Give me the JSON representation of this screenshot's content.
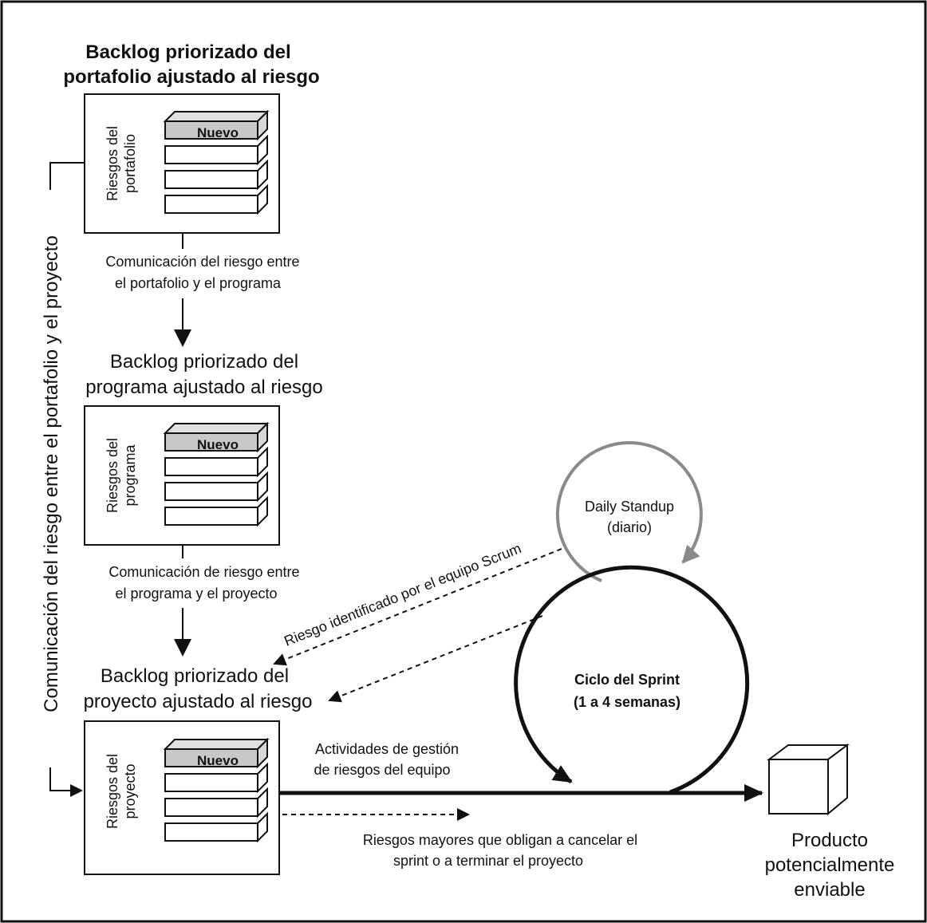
{
  "portfolio": {
    "title_line1": "Backlog priorizado del",
    "title_line2": "portafolio ajustado al riesgo",
    "label_line1": "Riesgos del",
    "label_line2": "portafolio",
    "new_item": "Nuevo"
  },
  "comm1": {
    "line1": "Comunicación del riesgo entre",
    "line2": "el portafolio y el programa"
  },
  "program": {
    "title_line1": "Backlog priorizado del",
    "title_line2": "programa ajustado al riesgo",
    "label_line1": "Riesgos del",
    "label_line2": "programa",
    "new_item": "Nuevo"
  },
  "comm2": {
    "line1": "Comunicación de riesgo entre",
    "line2": "el programa y el proyecto"
  },
  "project": {
    "title_line1": "Backlog priorizado del",
    "title_line2": "proyecto ajustado al riesgo",
    "label_line1": "Riesgos del",
    "label_line2": "proyecto",
    "new_item": "Nuevo"
  },
  "side_label": "Comunicación del riesgo entre el portafolio y el proyecto",
  "standup": {
    "line1": "Daily Standup",
    "line2": "(diario)"
  },
  "scrum_risk": "Riesgo identificado por el equipo Scrum",
  "sprint": {
    "line1": "Ciclo del Sprint",
    "line2": "(1 a 4 semanas)"
  },
  "team_activities": {
    "line1": "Actividades de gestión",
    "line2": "de riesgos del equipo"
  },
  "major_risks": {
    "line1": "Riesgos mayores que obligan a cancelar el",
    "line2": "sprint o a terminar el proyecto"
  },
  "product": {
    "line1": "Producto",
    "line2": "potencialmente",
    "line3": "enviable"
  },
  "colors": {
    "stroke": "#111111",
    "standup_gray": "#8a8a8a",
    "new_card_fill": "#c8c8c8"
  }
}
